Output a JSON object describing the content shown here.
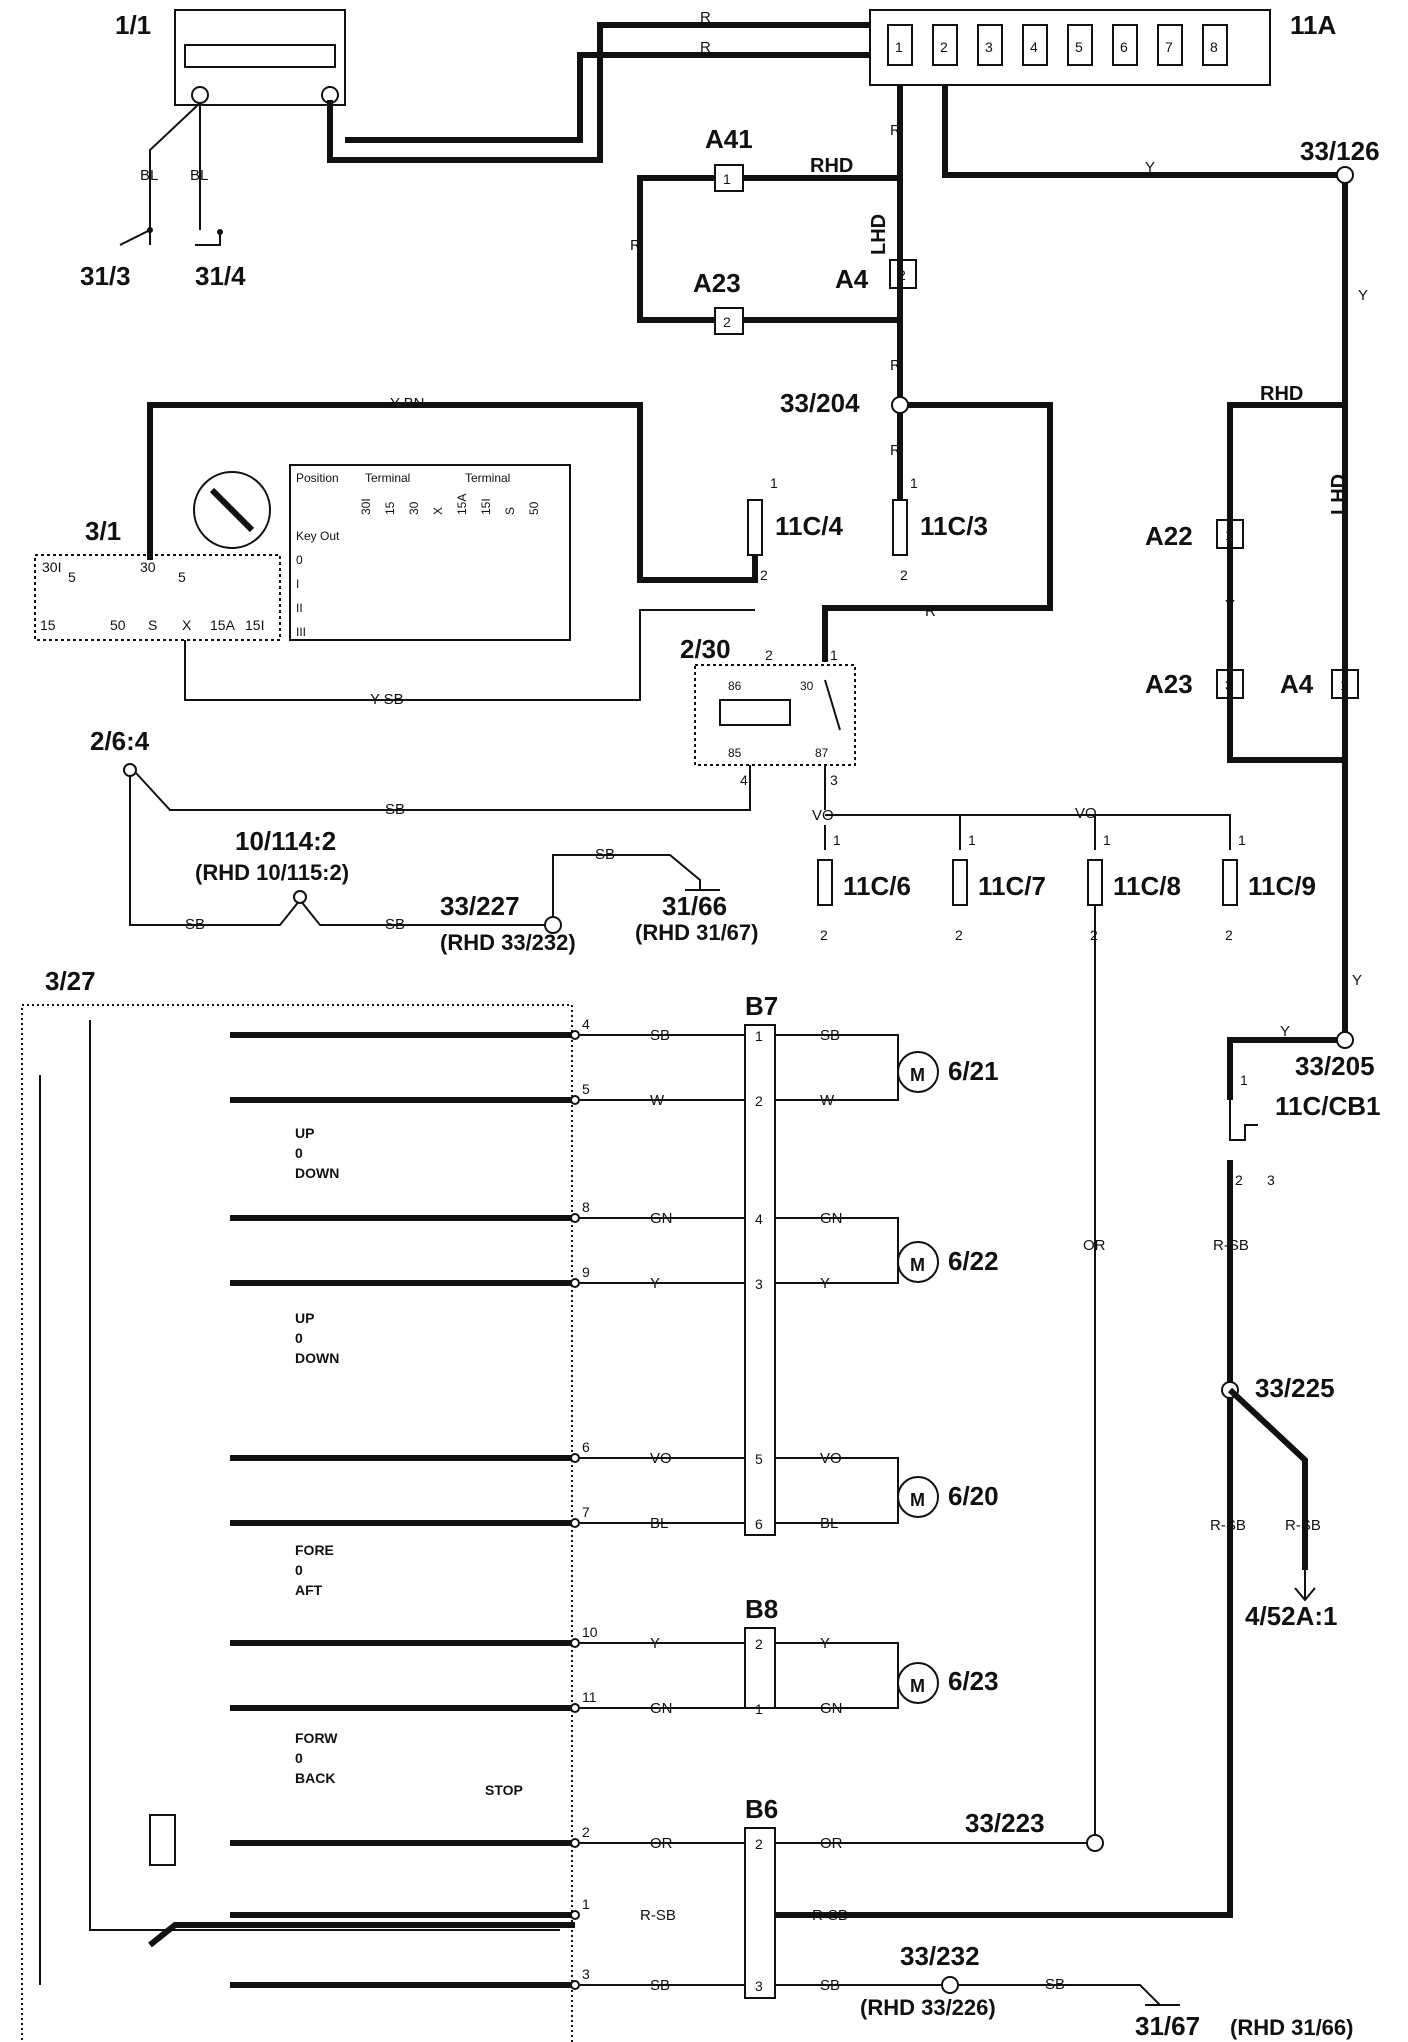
{
  "components": {
    "battery": "1/1",
    "fusebox_main": "11A",
    "ignition_switch": "3/1",
    "relay": "2/30",
    "seat_switch": "3/27",
    "fuse_11c4": "11C/4",
    "fuse_11c3": "11C/3",
    "fuse_11c6": "11C/6",
    "fuse_11c7": "11C/7",
    "fuse_11c8": "11C/8",
    "fuse_11c9": "11C/9",
    "circuit_breaker": "11C/CB1",
    "motor_621": "6/21",
    "motor_622": "6/22",
    "motor_620": "6/20",
    "motor_623": "6/23",
    "connector_b7": "B7",
    "connector_b8": "B8",
    "connector_b6": "B6",
    "dest_452a": "4/52A:1"
  },
  "nodes": {
    "ground_313": "31/3",
    "ground_314": "31/4",
    "splice_33126": "33/126",
    "splice_33204": "33/204",
    "splice_33205": "33/205",
    "splice_33225": "33/225",
    "splice_33223": "33/223",
    "splice_33227": "33/227",
    "splice_33227_rhd": "(RHD 33/232)",
    "splice_33232": "33/232",
    "splice_33232_rhd": "(RHD 33/226)",
    "ground_3166": "31/66",
    "ground_3166_rhd": "(RHD 31/67)",
    "ground_3167": "31/67",
    "ground_3167_rhd": "(RHD 31/66)",
    "node_264": "2/6:4",
    "node_10114": "10/114:2",
    "node_10114_rhd": "(RHD 10/115:2)",
    "conn_a41": "A41",
    "conn_a23_left": "A23",
    "conn_a4_left": "A4",
    "conn_a22": "A22",
    "conn_a23_right": "A23",
    "conn_a4_right": "A4"
  },
  "wires": {
    "r": "R",
    "bl": "BL",
    "y": "Y",
    "ybn": "Y-BN",
    "ysb": "Y-SB",
    "sb": "SB",
    "vo": "VO",
    "w": "W",
    "gn": "GN",
    "or": "OR",
    "rsb": "R-SB",
    "rhd": "RHD",
    "lhd": "LHD"
  },
  "switch_labels": {
    "up": "UP",
    "zero": "0",
    "down": "DOWN",
    "fore": "FORE",
    "aft": "AFT",
    "forw": "FORW",
    "back": "BACK",
    "stop": "STOP"
  },
  "ignition_table": {
    "position": "Position",
    "terminal": "Terminal",
    "col_a": [
      "30I",
      "15"
    ],
    "col_b": [
      "30",
      "X",
      "15A",
      "15I",
      "S",
      "50"
    ],
    "rows": [
      "Key Out",
      "0",
      "I",
      "II",
      "III"
    ]
  },
  "ignition_terminals": [
    "30I",
    "5",
    "30",
    "5",
    "15",
    "50",
    "S",
    "X",
    "15A",
    "15I"
  ],
  "fuse_pins": [
    "1",
    "2",
    "3",
    "4",
    "5",
    "6",
    "7",
    "8"
  ],
  "relay_pins": [
    "86",
    "30",
    "85",
    "87"
  ],
  "switch_pins": [
    "4",
    "5",
    "8",
    "9",
    "6",
    "7",
    "10",
    "11",
    "2",
    "1",
    "3"
  ]
}
